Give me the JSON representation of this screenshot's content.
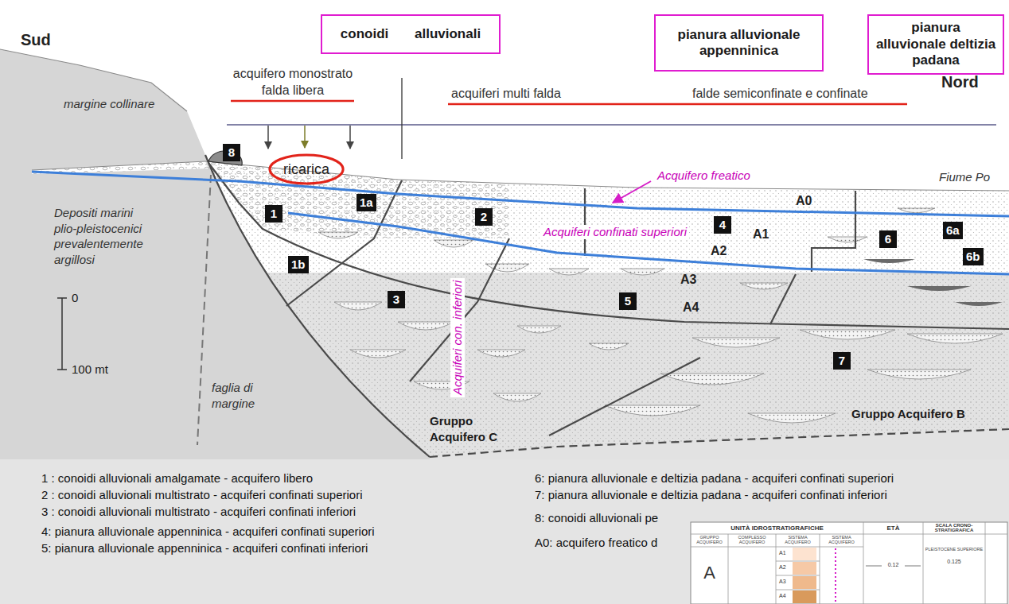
{
  "diagram": {
    "nodes": [
      {
        "text": [
          "conoidi alluvionali"
        ]
      },
      {
        "text": [
          "pianura alluvionale appenninica"
        ]
      },
      {
        "text": [
          "pianura alluvionale deltizia padana"
        ]
      },
      {
        "text": [
          "ricarica"
        ]
      },
      {
        "text": [
          "8"
        ]
      },
      {
        "text": [
          "1a"
        ]
      },
      {
        "text": [
          "1"
        ]
      },
      {
        "text": [
          "2"
        ]
      },
      {
        "text": [
          "4"
        ]
      },
      {
        "text": [
          "6a"
        ]
      },
      {
        "text": [
          "6"
        ]
      },
      {
        "text": [
          "1b"
        ]
      },
      {
        "text": [
          "6b"
        ]
      },
      {
        "text": [
          "3"
        ]
      },
      {
        "text": [
          "5"
        ]
      },
      {
        "text": [
          "7"
        ]
      }
    ],
    "labels": [
      "Sud",
      "Nord",
      "acquifero monostrato",
      "falda libera",
      "acquiferi multi falda",
      "falde semiconfinate e confinate",
      "margine collinare",
      "Acquifero freatico",
      "Fiume Po",
      "A0",
      "A1",
      "A2",
      "A3",
      "A4",
      "Acquiferi confinati superiori",
      "Depositi marini plio-pleistocenici prevalentemente argillosi",
      "0",
      "100 mt",
      "faglia di margine",
      "Gruppo Acquifero C",
      "Gruppo Acquifero B",
      "Acquiferi con. inferiori",
      "1 : conoidi alluvionali amalgamate - acquifero libero",
      "2 : conoidi alluvionali multistrato - acquiferi confinati superiori",
      "3 : conoidi alluvionali multistrato - acquiferi confinati inferiori",
      "4: pianura alluvionale appenninica - acquiferi confinati superiori",
      "5: pianura alluvionale appenninica - acquiferi confinati inferiori",
      "6: pianura alluvionale e deltizia padana - acquiferi confinati superiori",
      "7: pianura alluvionale e deltizia padana - acquiferi confinati inferiori",
      "8: conoidi alluvionali pe",
      "A0: acquifero freatico d",
      "UNITÀ IDROSTRATIGRAFICHE",
      "ETÀ",
      "SCALA CRONO-STRATIGRAFICA",
      "GRUPPO ACQUIFERO",
      "COMPLESSO ACQUIFERO",
      "SISTEMA ACQUIFERO",
      "SISTEMA ACQUIFERO",
      "A",
      "A1",
      "A2",
      "A3",
      "A4",
      "0.12",
      "PLEISTOCENE SUPERIORE",
      "0.125"
    ]
  }
}
